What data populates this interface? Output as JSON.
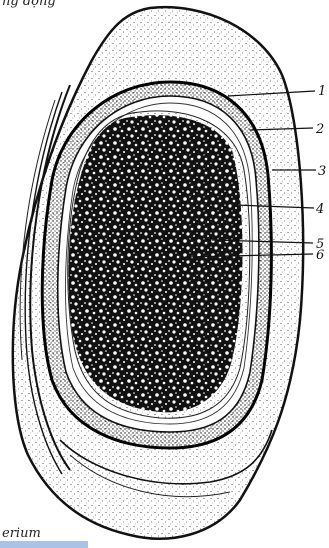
{
  "figure": {
    "top_caption": "ng dọng",
    "bottom_caption": "erium",
    "callout_labels": [
      "1",
      "2",
      "3",
      "4",
      "5",
      "6"
    ]
  },
  "colors": {
    "ink": "#111111",
    "paper": "#ffffff",
    "accent_bar": "#a9c2e6"
  }
}
